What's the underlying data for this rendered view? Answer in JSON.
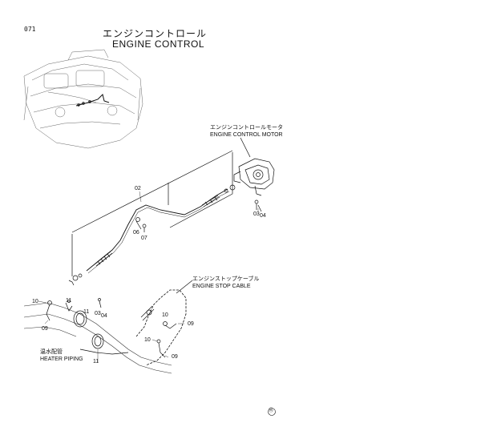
{
  "page": {
    "page_number": "071",
    "title_jp": "エンジンコントロール",
    "title_en": "ENGINE CONTROL",
    "footer_mark": "Ⓗ"
  },
  "callouts": {
    "engine_control_motor_jp": "エンジンコントロールモータ",
    "engine_control_motor_en": "ENGINE CONTROL MOTOR",
    "engine_stop_cable_jp": "エンジンストップケーブル",
    "engine_stop_cable_en": "ENGINE STOP CABLE",
    "heater_piping_jp": "温水配管",
    "heater_piping_en": "HEATER PIPING"
  },
  "part_numbers": {
    "cable": "02",
    "bolt_top": "03",
    "washer_top": "04",
    "p06": "06",
    "p07": "07",
    "p10_left": "10",
    "p11_a": "11",
    "p11_b": "11",
    "p09_left": "09",
    "p03_left": "03",
    "p04_left": "04",
    "p10_mid": "10",
    "p09_mid": "09",
    "p10_low": "10",
    "p09_low": "09",
    "p11_low": "11"
  },
  "colors": {
    "ink": "#111111",
    "sketch": "#555555",
    "background": "#ffffff"
  }
}
